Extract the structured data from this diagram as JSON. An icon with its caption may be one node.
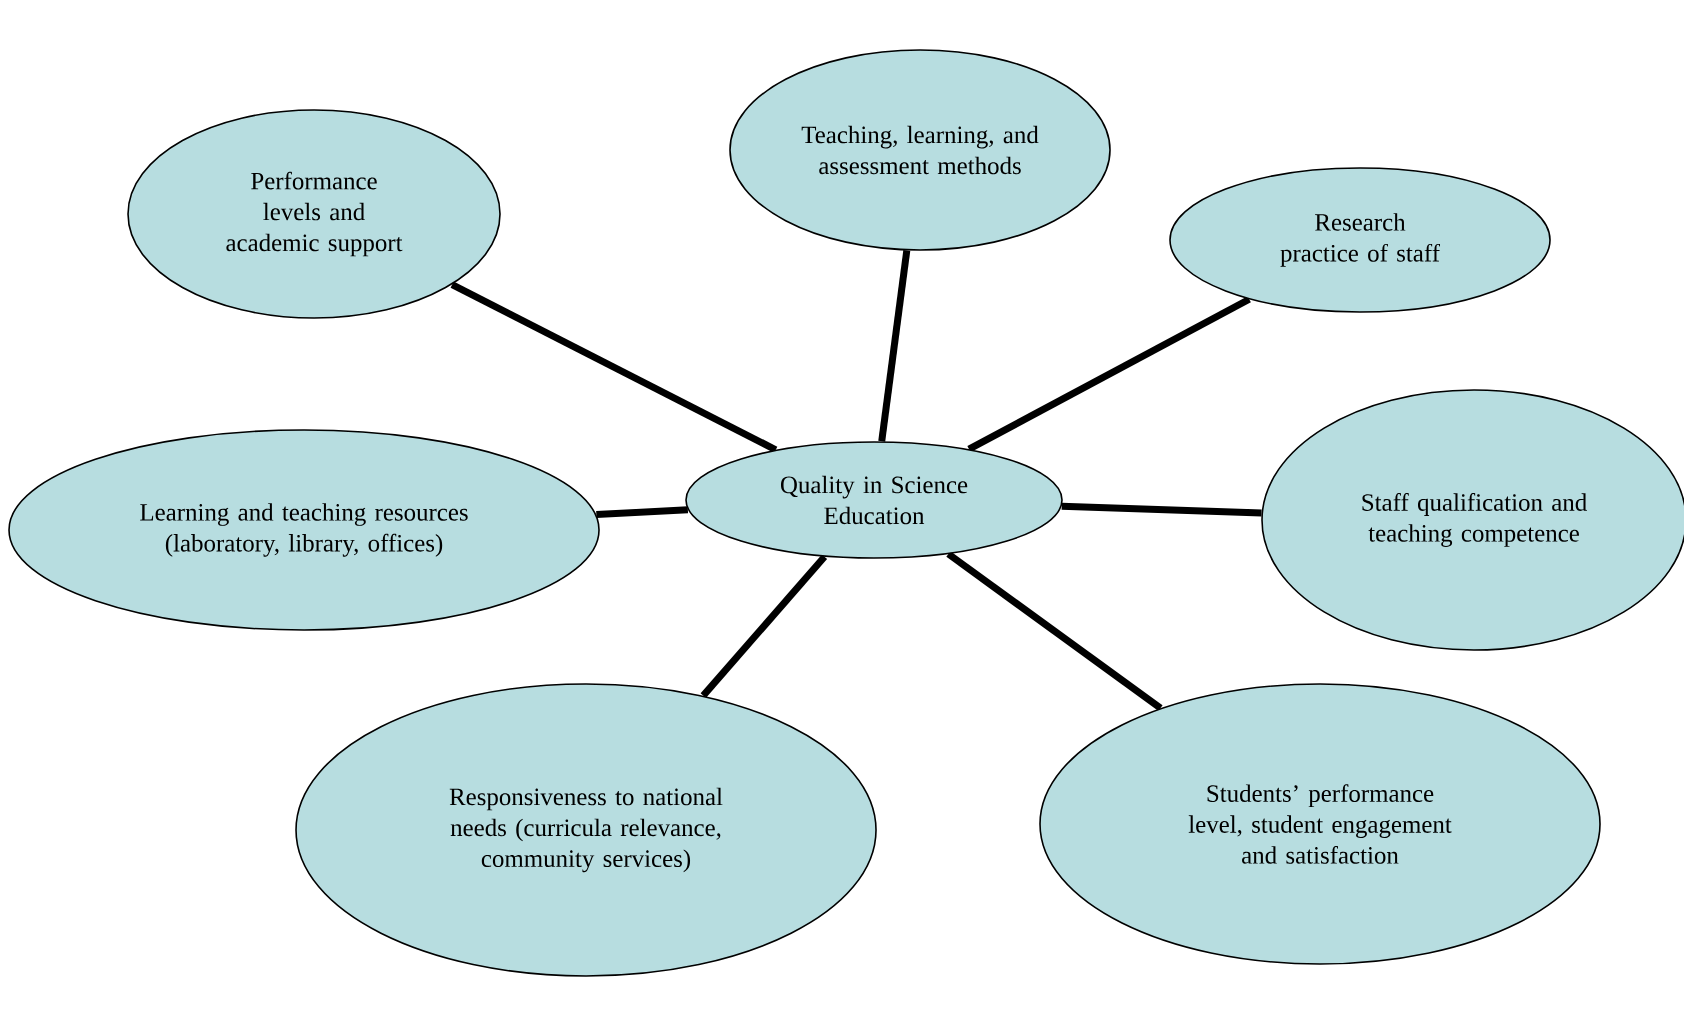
{
  "diagram": {
    "nodes": [
      {
        "text": [
          "Quality in Science Education"
        ]
      },
      {
        "text": [
          "Teaching, learning, and assessment methods"
        ]
      },
      {
        "text": [
          "Performance levels and academic support"
        ]
      },
      {
        "text": [
          "Research practice of staff"
        ]
      },
      {
        "text": [
          "Learning and teaching resources (laboratory, library, offices)"
        ]
      },
      {
        "text": [
          "Staff qualification and teaching competence"
        ]
      },
      {
        "text": [
          "Responsiveness to national needs (curricula relevance, community services)"
        ]
      },
      {
        "text": [
          "Students’ performance level, student engagement and satisfaction"
        ]
      }
    ],
    "edges": [
      {
        "from": 0,
        "to": 1,
        "arrow": "none"
      },
      {
        "from": 0,
        "to": 2,
        "arrow": "none"
      },
      {
        "from": 0,
        "to": 3,
        "arrow": "none"
      },
      {
        "from": 0,
        "to": 4,
        "arrow": "none"
      },
      {
        "from": 0,
        "to": 5,
        "arrow": "none"
      },
      {
        "from": 0,
        "to": 6,
        "arrow": "none"
      },
      {
        "from": 0,
        "to": 7,
        "arrow": "none"
      }
    ]
  }
}
